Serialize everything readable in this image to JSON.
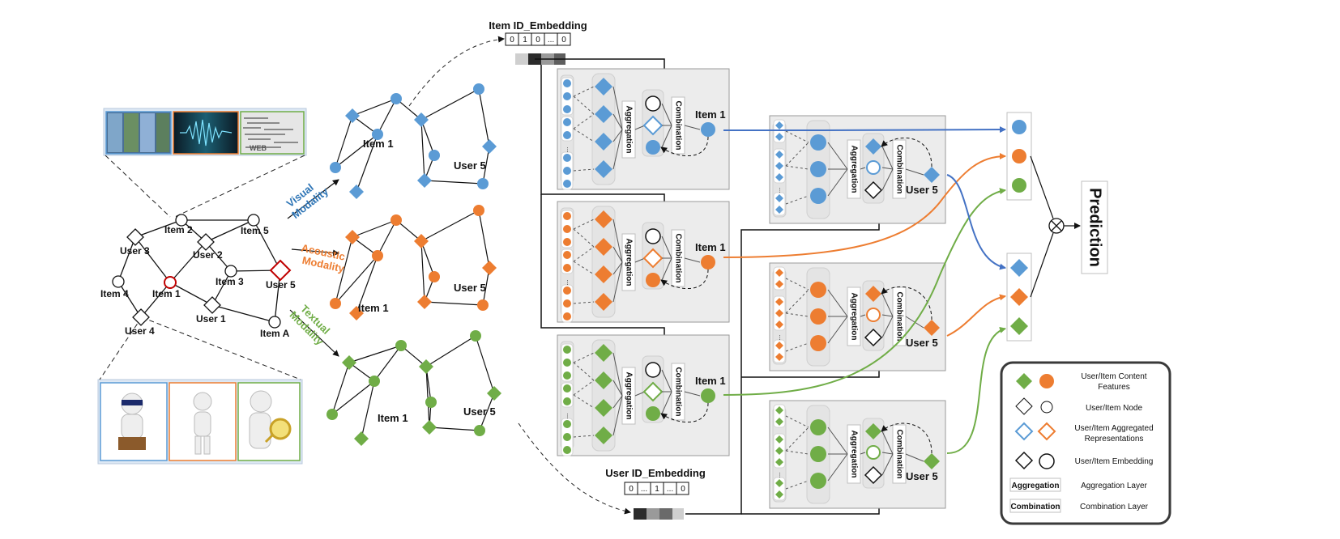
{
  "graph": {
    "items": [
      "Item 1",
      "Item 2",
      "Item 3",
      "Item 4",
      "Item 5",
      "Item A"
    ],
    "users": [
      "User 1",
      "User 2",
      "User 3",
      "User 4",
      "User 5"
    ]
  },
  "modalities": {
    "visual": [
      "Visual",
      "Modality"
    ],
    "acoustic": [
      "Acoustic",
      "Modality"
    ],
    "textual": [
      "Textual",
      "Modality"
    ]
  },
  "subgraph_labels": {
    "item": "Item 1",
    "user": "User 5"
  },
  "item_id_embedding": {
    "title": "Item ID_Embedding",
    "bits": [
      "0",
      "1",
      "0",
      "...",
      "0"
    ]
  },
  "user_id_embedding": {
    "title": "User ID_Embedding",
    "bits": [
      "0",
      "...",
      "1",
      "...",
      "0"
    ]
  },
  "layers": {
    "aggregation": "Aggregation",
    "combination": "Combination",
    "ellipsis": "..."
  },
  "prediction": "Prediction",
  "colors": {
    "visual": "#5b9bd5",
    "acoustic": "#ed7d31",
    "textual": "#70ad47",
    "panel": "#ececec"
  },
  "legend": {
    "rows": [
      {
        "text": [
          "User/Item Content",
          "Features"
        ]
      },
      {
        "text": [
          "User/Item Node"
        ]
      },
      {
        "text": [
          "User/Item Aggregated",
          "Representations"
        ]
      },
      {
        "text": [
          "User/Item Embedding"
        ]
      },
      {
        "box": "Aggregation",
        "text": [
          "Aggregation Layer"
        ]
      },
      {
        "box": "Combination",
        "text": [
          "Combination Layer"
        ]
      }
    ]
  },
  "icons": [
    "video-frames-thumbnail",
    "sound-wave-thumbnail",
    "word-cloud-thumbnail",
    "3d-glasses-figure",
    "listening-figure",
    "magnifier-figure",
    "multiply-icon",
    "arrow-icon"
  ]
}
